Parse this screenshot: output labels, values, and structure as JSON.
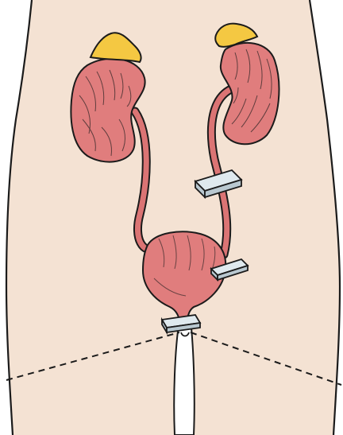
{
  "figure": {
    "colors": {
      "background": "#ffffff",
      "skin": "#f4e2d3",
      "outline": "#1b1b1b",
      "kidney": "#e07d7d",
      "ureter": "#db7474",
      "bladder": "#e07d7d",
      "adrenal": "#f4c842",
      "urethra_channel": "#ffffff",
      "clamp_top": "#dfe9ee",
      "clamp_side": "#b9c8d0"
    },
    "parts": [
      "torso",
      "left-kidney",
      "right-kidney",
      "left-adrenal-gland",
      "right-adrenal-gland",
      "left-ureter",
      "right-ureter",
      "bladder",
      "urethra",
      "clamp-right-ureter",
      "clamp-bladder",
      "clamp-urethra",
      "dashed-line-left",
      "dashed-line-right"
    ]
  }
}
